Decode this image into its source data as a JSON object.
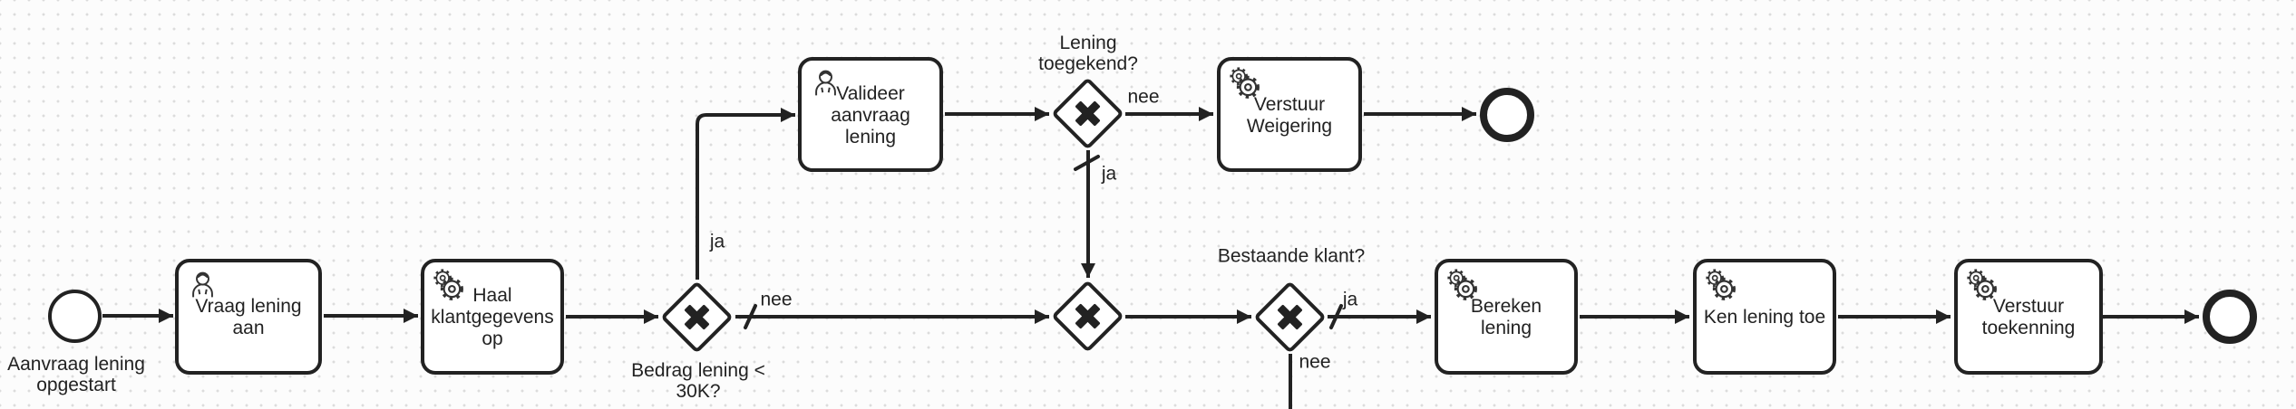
{
  "canvas": {
    "colors": {
      "stroke": "#222222",
      "shape_fill": "#ffffff",
      "background": "#fcfcfc",
      "grid_dot": "#dcdcdc",
      "text": "#222222"
    }
  },
  "process": {
    "start_event": {
      "label_lines": [
        "Aanvraag lening",
        "opgestart"
      ]
    },
    "tasks": {
      "vraag_lening_aan": {
        "label_lines": [
          "Vraag lening",
          "aan"
        ],
        "icon": "user"
      },
      "haal_klantgegevens_op": {
        "label_lines": [
          "Haal",
          "klantgegevens",
          "op"
        ],
        "icon": "service-gears"
      },
      "valideer_aanvraag_lening": {
        "label_lines": [
          "Valideer",
          "aanvraag lening"
        ],
        "icon": "user"
      },
      "verstuur_weigering": {
        "label_lines": [
          "Verstuur",
          "Weigering"
        ],
        "icon": "service-gears"
      },
      "bereken_lening": {
        "label_lines": [
          "Bereken lening"
        ],
        "icon": "service-gears"
      },
      "ken_lening_toe": {
        "label_lines": [
          "Ken lening toe"
        ],
        "icon": "service-gears"
      },
      "verstuur_toekenning": {
        "label_lines": [
          "Verstuur",
          "toekenning"
        ],
        "icon": "service-gears"
      }
    },
    "gateways": {
      "bedrag_lening": {
        "label_lines": [
          "Bedrag lening <",
          "30K?"
        ]
      },
      "lening_toegekend": {
        "label_lines": [
          "Lening",
          "toegekend?"
        ]
      },
      "merge": {
        "label_lines": []
      },
      "bestaande_klant": {
        "label_lines": [
          "Bestaande klant?"
        ]
      }
    },
    "flow_labels": {
      "bedrag_ja": "ja",
      "bedrag_nee": "nee",
      "toegekend_nee": "nee",
      "toegekend_ja": "ja",
      "bestaande_ja": "ja",
      "bestaande_nee": "nee"
    }
  }
}
